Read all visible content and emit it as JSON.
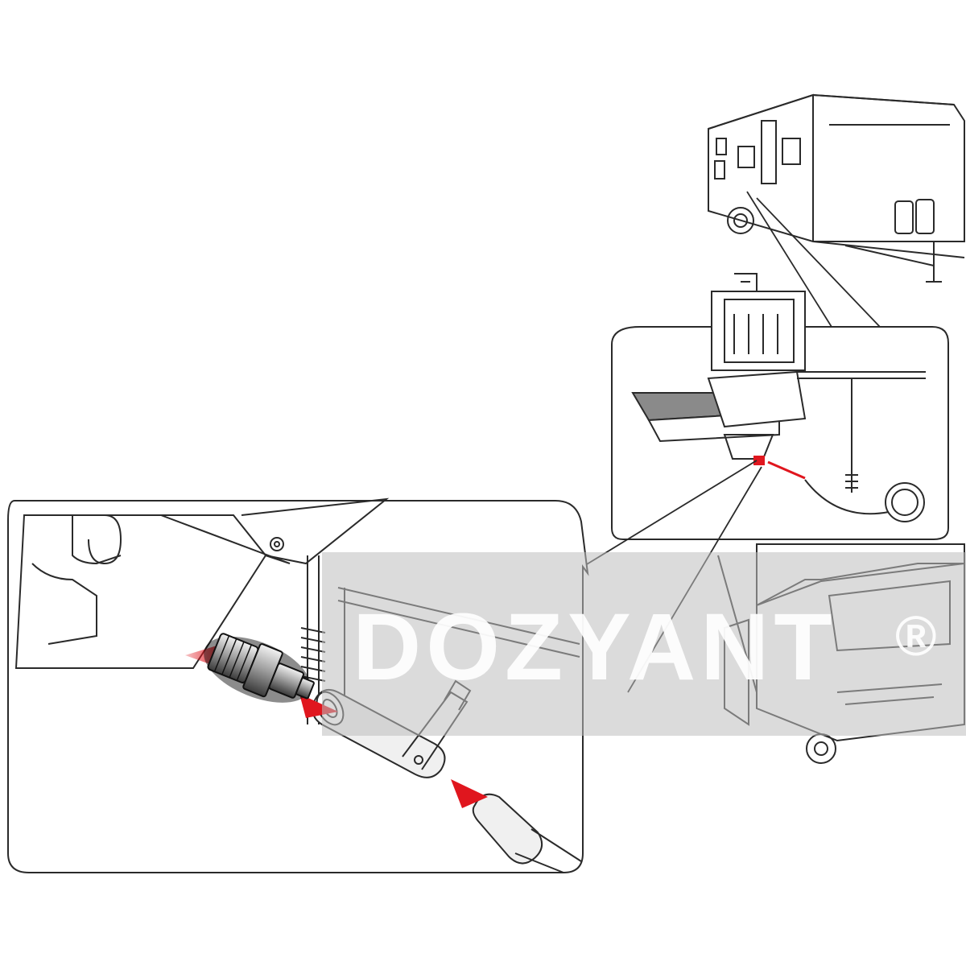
{
  "watermark": {
    "brand": "DOZYANT",
    "mark": "®"
  },
  "colors": {
    "line": "#2a2a2a",
    "accent": "#e0161e",
    "band": "#bebebe"
  },
  "callouts": [
    {
      "name": "trailer-to-tank-detail",
      "icon": "callout-pointer"
    },
    {
      "name": "tank-to-connector-detail",
      "icon": "callout-pointer"
    }
  ]
}
